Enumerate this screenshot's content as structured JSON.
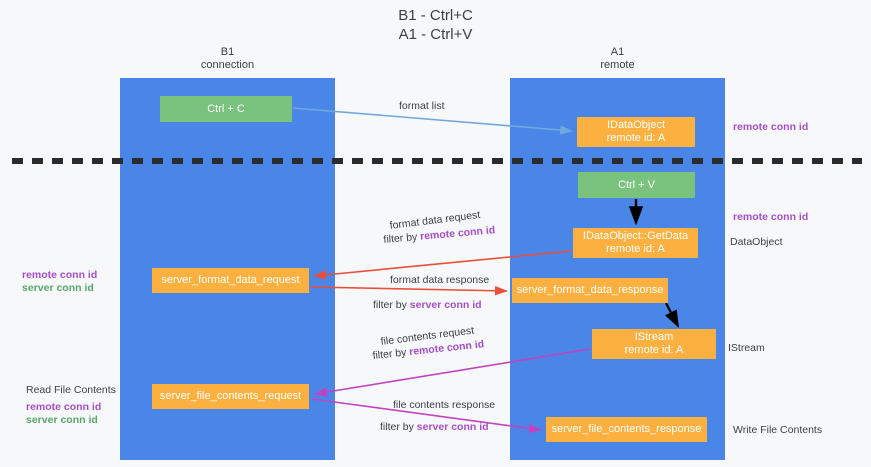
{
  "title": "B1 - Ctrl+C\nA1 - Ctrl+V",
  "lanes": [
    {
      "name": "b1",
      "title": "B1\nconnection",
      "color": "#4a86e8"
    },
    {
      "name": "a1",
      "title": "A1\nremote",
      "color": "#4a86e8"
    }
  ],
  "nodes": {
    "ctrl_c": "Ctrl + C",
    "idataobject": "IDataObject\nremote id: A",
    "ctrl_v": "Ctrl + V",
    "getdata": "IDataObject::GetData\nremote id: A",
    "server_format_data_request": "server_format_data_request",
    "server_format_data_response": "server_format_data_response",
    "istream": "IStream\nremote id: A",
    "server_file_contents_request": "server_file_contents_request",
    "server_file_contents_response": "server_file_contents_response"
  },
  "annotations": {
    "format_list": "format list",
    "format_data_request": "format data request",
    "filter_by": "filter by",
    "remote_conn_id": "remote conn id",
    "server_conn_id": "server conn id",
    "format_data_response": "format data response",
    "file_contents_request": "file contents request",
    "file_contents_response": "file contents response"
  },
  "right_labels": {
    "remote_conn_id_top": "remote conn id",
    "remote_conn_id_mid": "remote conn id",
    "dataobject": "DataObject",
    "istream": "IStream",
    "write_file_contents": "Write File Contents"
  },
  "left_labels": {
    "remote_conn_id": "remote conn id",
    "server_conn_id": "server conn id",
    "read_file_contents": "Read File Contents",
    "remote_conn_id_2": "remote conn id",
    "server_conn_id_2": "server conn id"
  },
  "colors": {
    "lane": "#4a86e8",
    "green_node": "#7ac37f",
    "orange_node": "#fbb040",
    "purple_text": "#a64ec6",
    "green_text": "#5aa469",
    "red_arrow": "#e8503a",
    "magenta_arrow": "#c044c0",
    "blue_arrow": "#6fa8dc",
    "black_arrow": "#000000",
    "background": "#f7f8fa"
  }
}
